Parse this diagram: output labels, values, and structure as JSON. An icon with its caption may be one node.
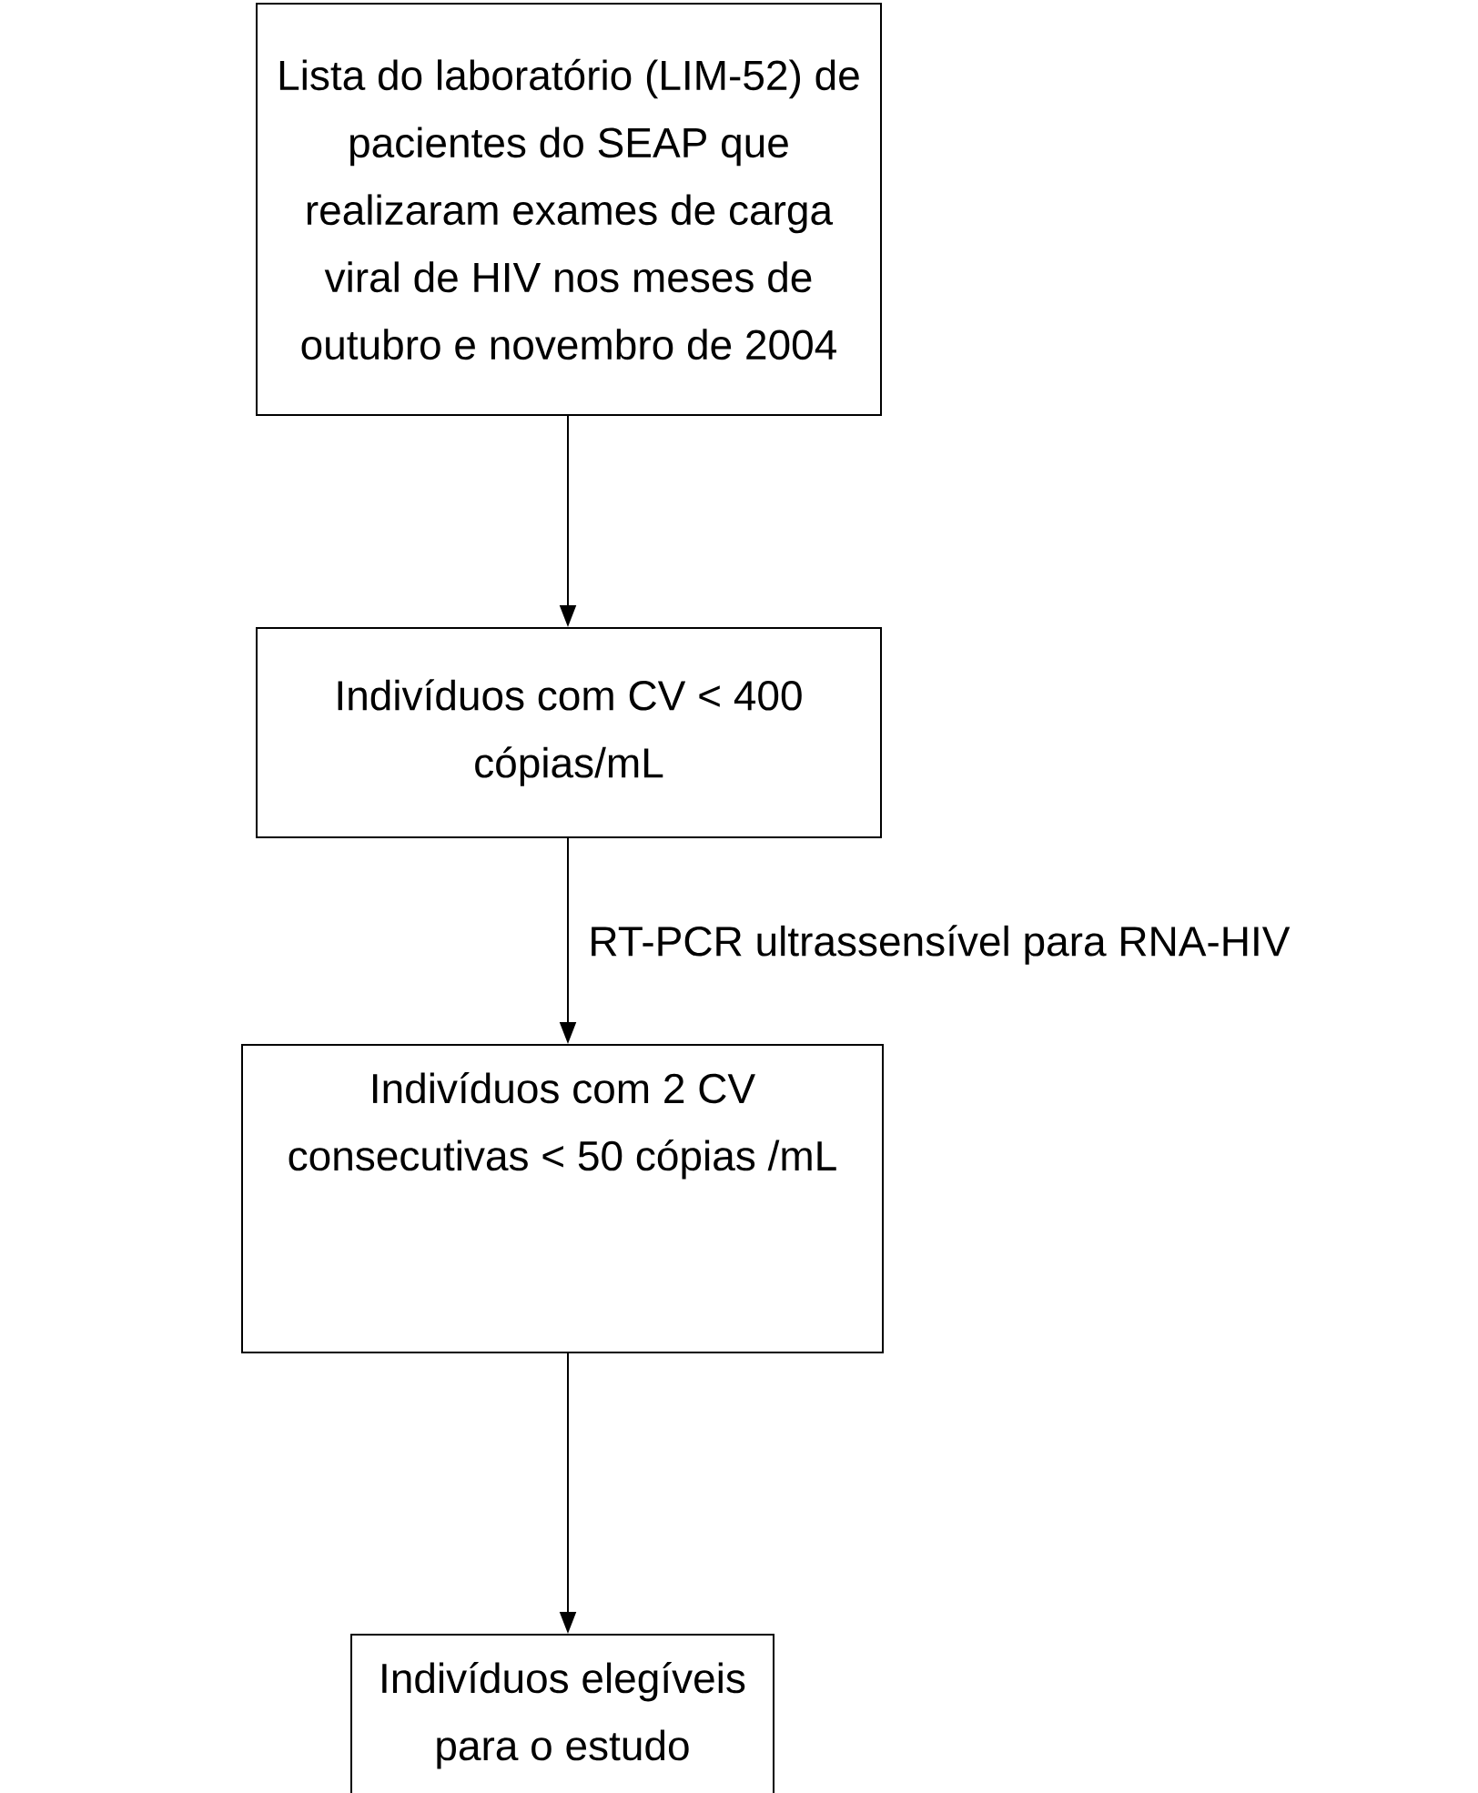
{
  "diagram": {
    "nodes": [
      {
        "text": [
          "Lista do laboratório (LIM-52) de pacientes do SEAP que realizaram exames de carga viral de HIV nos meses de outubro e novembro de 2004"
        ]
      },
      {
        "text": [
          "Indivíduos com CV < 400 cópias/mL"
        ]
      },
      {
        "text": [
          "Indivíduos com 2 CV consecutivas < 50 cópias /mL"
        ]
      },
      {
        "text": [
          "Indivíduos elegíveis para o estudo"
        ]
      }
    ],
    "edges": [
      {
        "from": 0,
        "to": 1,
        "arrow": "to"
      },
      {
        "from": 1,
        "to": 2,
        "arrow": "to",
        "label": "RT-PCR ultrassensível para RNA-HIV"
      },
      {
        "from": 2,
        "to": 3,
        "arrow": "to"
      }
    ]
  }
}
